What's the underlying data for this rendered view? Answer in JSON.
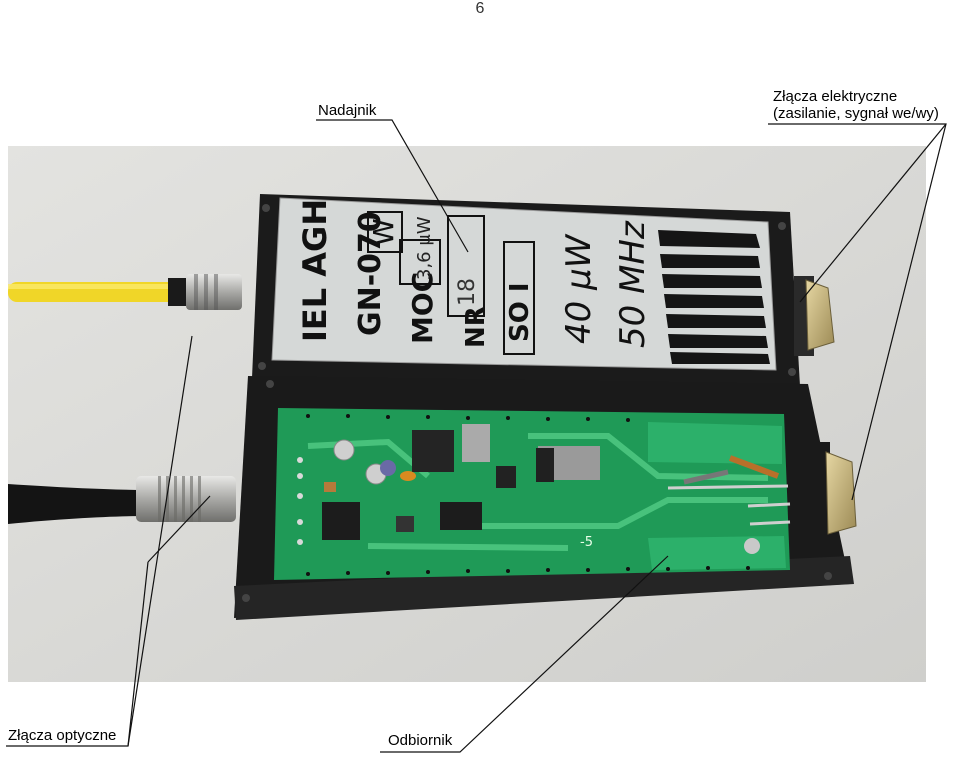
{
  "page": {
    "number": "6"
  },
  "labels": {
    "transmitter": "Nadajnik",
    "electrical_line1": "Złącza elektryczne",
    "electrical_line2": "(zasilanie, sygnał we/wy)",
    "optical": "Złącza optyczne",
    "receiver": "Odbiornik"
  },
  "device_plate": {
    "maker": "IEL AGH",
    "model": "GN-070",
    "model_suffix": "W",
    "power_label": "MOC",
    "power_value": "3,6 μW",
    "number_label": "NR",
    "number_value": "18",
    "code": "SO I",
    "power_handwritten": "40 μW",
    "frequency_handwritten": "50 MHz"
  },
  "board_marking": {
    "minus5": "-5"
  },
  "colors": {
    "case": "#1c1c1c",
    "plate": "#d3d6d5",
    "pcb": "#1f9a57",
    "pcb_trace": "#48c27c",
    "fiber_yellow": "#f2d82a",
    "cable_black": "#151515",
    "background_photo": "#d9d9d6"
  }
}
